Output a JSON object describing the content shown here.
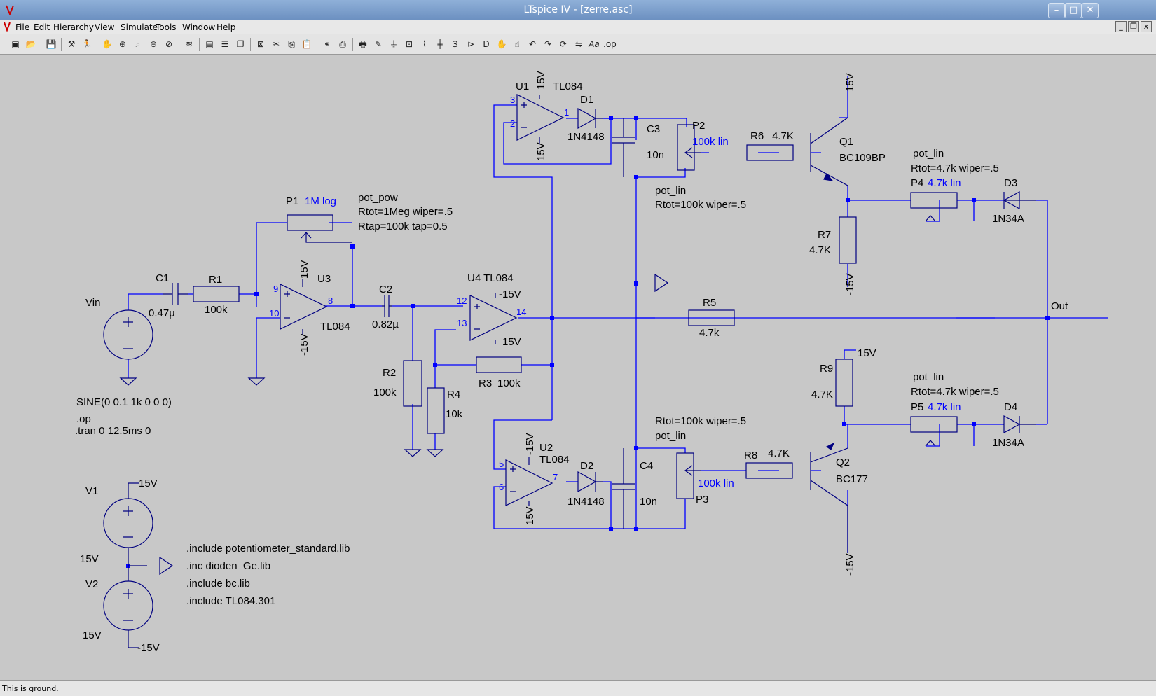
{
  "window": {
    "title": "LTspice IV - [zerre.asc]"
  },
  "menu": [
    {
      "label": "File",
      "key": "F"
    },
    {
      "label": "Edit",
      "key": "E"
    },
    {
      "label": "Hierarchy",
      "key": "H"
    },
    {
      "label": "View",
      "key": "V"
    },
    {
      "label": "Simulate",
      "key": "S"
    },
    {
      "label": "Tools",
      "key": "T"
    },
    {
      "label": "Window",
      "key": "W"
    },
    {
      "label": "Help",
      "key": "H"
    }
  ],
  "toolbar": {
    "icons": [
      "new-schematic-icon",
      "open-icon",
      "save-icon",
      "control-panel-icon",
      "run-icon",
      "halt-icon",
      "zoom-in-icon",
      "pan-icon",
      "zoom-out-icon",
      "zoom-fit-icon",
      "autoscale-icon",
      "erase-plot-icon",
      "tile-horizontal-icon",
      "cascade-icon",
      "close-window-icon",
      "cut-icon",
      "copy-icon",
      "paste-icon",
      "find-icon",
      "print-setup-icon",
      "print-icon",
      "wire-icon",
      "ground-icon",
      "label-icon",
      "resistor-icon",
      "capacitor-icon",
      "inductor-icon",
      "diode-icon",
      "component-icon",
      "move-icon",
      "drag-icon",
      "undo-icon",
      "redo-icon",
      "rotate-icon",
      "mirror-icon",
      "text-icon",
      "spice-directive-icon"
    ],
    "text_label": "Aa",
    "op_label": ".op"
  },
  "schematic": {
    "labels": {
      "vin": "Vin",
      "c1": "C1",
      "c1_val": "0.47µ",
      "r1": "R1",
      "r1_val": "100k",
      "p1": "P1",
      "p1_val": "1M log",
      "p1_model": "pot_pow",
      "p1_p1": "Rtot=1Meg wiper=.5",
      "p1_p2": "Rtap=100k tap=0.5",
      "u3": "U3",
      "u3_model": "TL084",
      "u3_vp": "15V",
      "u3_vn": "-15V",
      "u3_pin9": "9",
      "u3_pin10": "10",
      "u3_pin8": "8",
      "c2": "C2",
      "c2_val": "0.82µ",
      "u4": "U4 TL084",
      "u4_vn": "-15V",
      "u4_vp": "15V",
      "u4_pin12": "12",
      "u4_pin13": "13",
      "u4_pin14": "14",
      "r2": "R2",
      "r2_val": "100k",
      "r3": "R3",
      "r3_val": "100k",
      "r4": "R4",
      "r4_val": "10k",
      "u1": "U1",
      "u1_model": "TL084",
      "u1_vp": "15V",
      "u1_vn": "15V",
      "u1_pin3": "3",
      "u1_pin2": "2",
      "u1_pin1": "1",
      "d1": "D1",
      "d1_val": "1N4148",
      "c3": "C3",
      "c3_val": "10n",
      "p2": "P2",
      "p2_val": "100k lin",
      "p2_model": "pot_lin",
      "p2_params": "Rtot=100k wiper=.5",
      "r6": "R6",
      "r6_val": "4.7K",
      "q1": "Q1",
      "q1_val": "BC109BP",
      "q1_vc": "15V",
      "p4_model": "pot_lin",
      "p4_params": "Rtot=4.7k wiper=.5",
      "p4": "P4",
      "p4_val": "4.7k lin",
      "d3": "D3",
      "d3_val": "1N34A",
      "r7": "R7",
      "r7_val": "4.7K",
      "r7_vn": "-15V",
      "r5": "R5",
      "r5_val": "4.7k",
      "out": "Out",
      "r9": "R9",
      "r9_val": "4.7K",
      "r9_vp": "15V",
      "p5_model": "pot_lin",
      "p5_params": "Rtot=4.7k wiper=.5",
      "p5": "P5",
      "p5_val": "4.7k lin",
      "d4": "D4",
      "d4_val": "1N34A",
      "u2": "U2",
      "u2_model": "TL084",
      "u2_vp": "-15V",
      "u2_vn": "15V",
      "u2_pin5": "5",
      "u2_pin6": "6",
      "u2_pin7": "7",
      "d2": "D2",
      "d2_val": "1N4148",
      "c4": "C4",
      "c4_val": "10n",
      "p3": "P3",
      "p3_val": "100k lin",
      "p3_params": "Rtot=100k wiper=.5",
      "p3_model": "pot_lin",
      "r8": "R8",
      "r8_val": "4.7K",
      "q2": "Q2",
      "q2_val": "BC177",
      "q2_ve": "-15V",
      "vin_src": "SINE(0 0.1 1k 0 0 0)",
      "op": ".op",
      "tran": ".tran 0 12.5ms 0",
      "v1": "V1",
      "v1_val": "15V",
      "v1_out": "15V",
      "v2": "V2",
      "v2_val": "15V",
      "v2_out": "-15V",
      "inc1": ".include potentiometer_standard.lib",
      "inc2": ".inc dioden_Ge.lib",
      "inc3": ".include bc.lib",
      "inc4": ".include TL084.301"
    }
  },
  "status": {
    "text": "This is ground."
  },
  "colors": {
    "wire": "#0000ff",
    "component": "#000080",
    "text": "#000000",
    "value": "#0000ff",
    "background": "#c8c8c8"
  }
}
